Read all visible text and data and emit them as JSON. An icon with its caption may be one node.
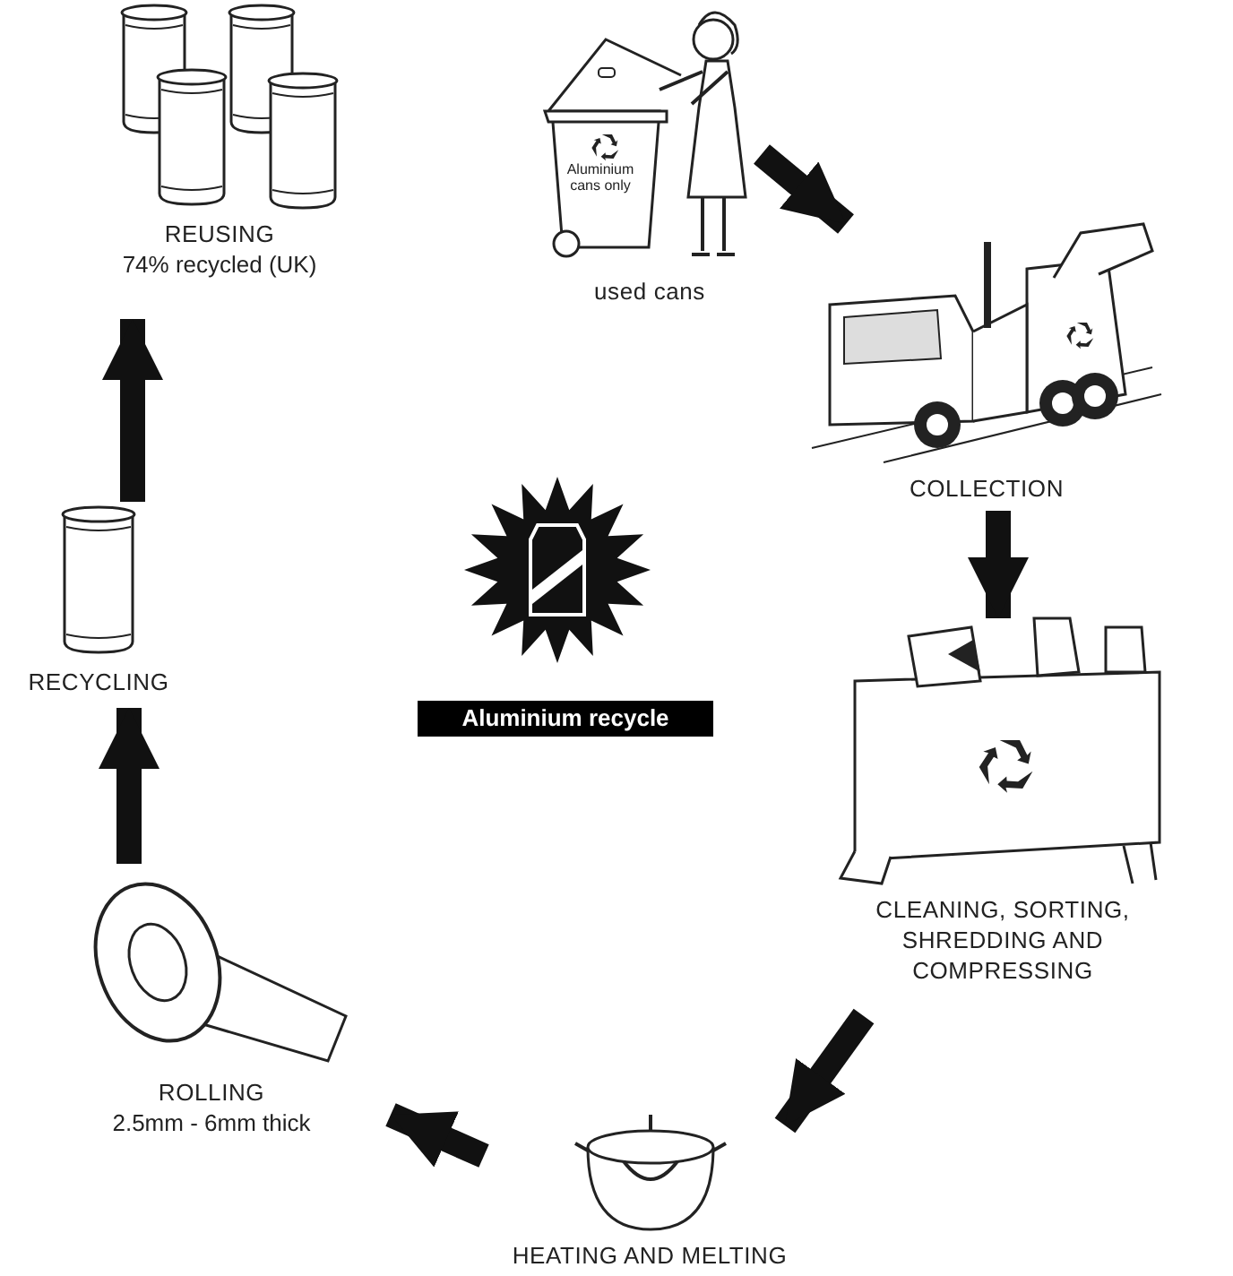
{
  "diagram": {
    "title": "Aluminium recycle",
    "nodes": [
      {
        "text": [
          "REUSING",
          "74% recycled (UK)"
        ]
      },
      {
        "text": [
          "used cans"
        ]
      },
      {
        "text": [
          "COLLECTION"
        ]
      },
      {
        "text": [
          "CLEANING, SORTING, SHREDDING AND COMPRESSING"
        ]
      },
      {
        "text": [
          "HEATING AND MELTING"
        ]
      },
      {
        "text": [
          "ROLLING",
          "2.5mm - 6mm thick"
        ]
      },
      {
        "text": [
          "RECYCLING"
        ]
      }
    ],
    "edges": [
      {
        "from": 1,
        "to": 2,
        "arrow": "to"
      },
      {
        "from": 2,
        "to": 3,
        "arrow": "to"
      },
      {
        "from": 3,
        "to": 4,
        "arrow": "to"
      },
      {
        "from": 4,
        "to": 5,
        "arrow": "to"
      },
      {
        "from": 5,
        "to": 6,
        "arrow": "to"
      },
      {
        "from": 6,
        "to": 0,
        "arrow": "to"
      }
    ],
    "labels": [
      "Aluminium cans only"
    ]
  }
}
